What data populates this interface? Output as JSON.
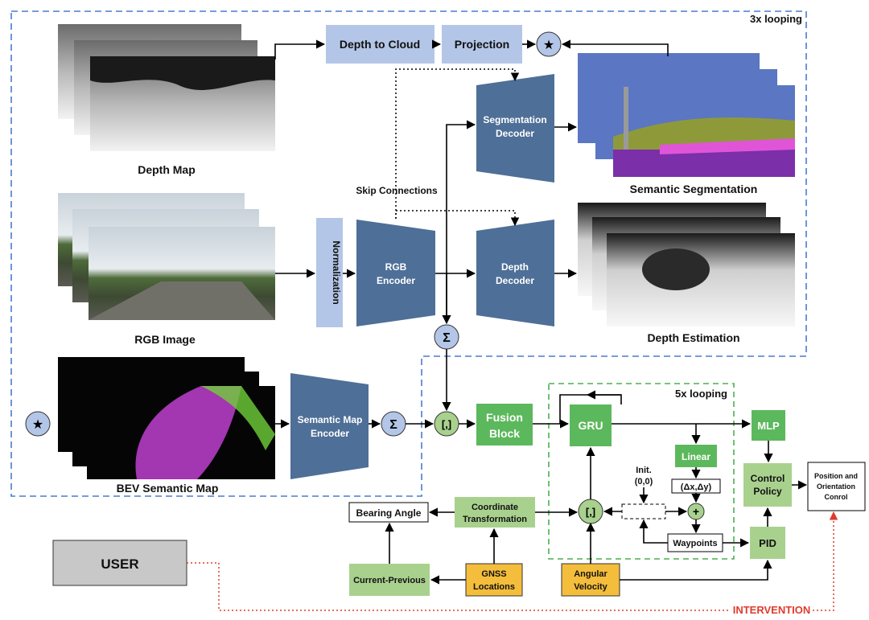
{
  "colors": {
    "light_blue_box": "#b4c6e7",
    "dark_blue_box": "#4e6f97",
    "green_box": "#a9d18e",
    "dark_green_box": "#5cb85c",
    "orange_box": "#f4be3c",
    "gray_box": "#c8c8c8",
    "region_outline_blue": "#4a7bd1",
    "region_outline_green": "#4caf50",
    "intervention_red": "#e03b2e"
  },
  "regions": {
    "perception_loop": "3x looping",
    "control_loop": "5x looping"
  },
  "inputs": {
    "depth_map": "Depth Map",
    "rgb_image": "RGB Image",
    "bev_map": "BEV Semantic Map"
  },
  "outputs": {
    "semantic_segmentation": "Semantic Segmentation",
    "depth_estimation": "Depth Estimation"
  },
  "blocks": {
    "depth_to_cloud": "Depth to Cloud",
    "projection": "Projection",
    "normalization": "Normalization",
    "rgb_encoder_line1": "RGB",
    "rgb_encoder_line2": "Encoder",
    "seg_decoder_line1": "Segmentation",
    "seg_decoder_line2": "Decoder",
    "depth_decoder_line1": "Depth",
    "depth_decoder_line2": "Decoder",
    "semantic_map_encoder_line1": "Semantic Map",
    "semantic_map_encoder_line2": "Encoder",
    "fusion_block_line1": "Fusion",
    "fusion_block_line2": "Block",
    "gru": "GRU",
    "mlp": "MLP",
    "linear": "Linear",
    "delta": "(Δx,Δy)",
    "waypoints": "Waypoints",
    "control_policy_line1": "Control",
    "control_policy_line2": "Policy",
    "pid": "PID",
    "position_control_line1": "Position and",
    "position_control_line2": "Orientation",
    "position_control_line3": "Conrol",
    "bearing_angle": "Bearing Angle",
    "coord_transform_line1": "Coordinate",
    "coord_transform_line2": "Transformation",
    "current_previous": "Current-Previous",
    "gnss_line1": "GNSS",
    "gnss_line2": "Locations",
    "angular_velocity_line1": "Angular",
    "angular_velocity_line2": "Velocity",
    "user": "USER",
    "init_line1": "Init.",
    "init_line2": "(0,0)"
  },
  "symbols": {
    "star": "★",
    "sigma": "Σ",
    "concat": "[,]",
    "plus": "+"
  },
  "labels": {
    "skip_connections": "Skip Connections",
    "intervention": "INTERVENTION"
  }
}
